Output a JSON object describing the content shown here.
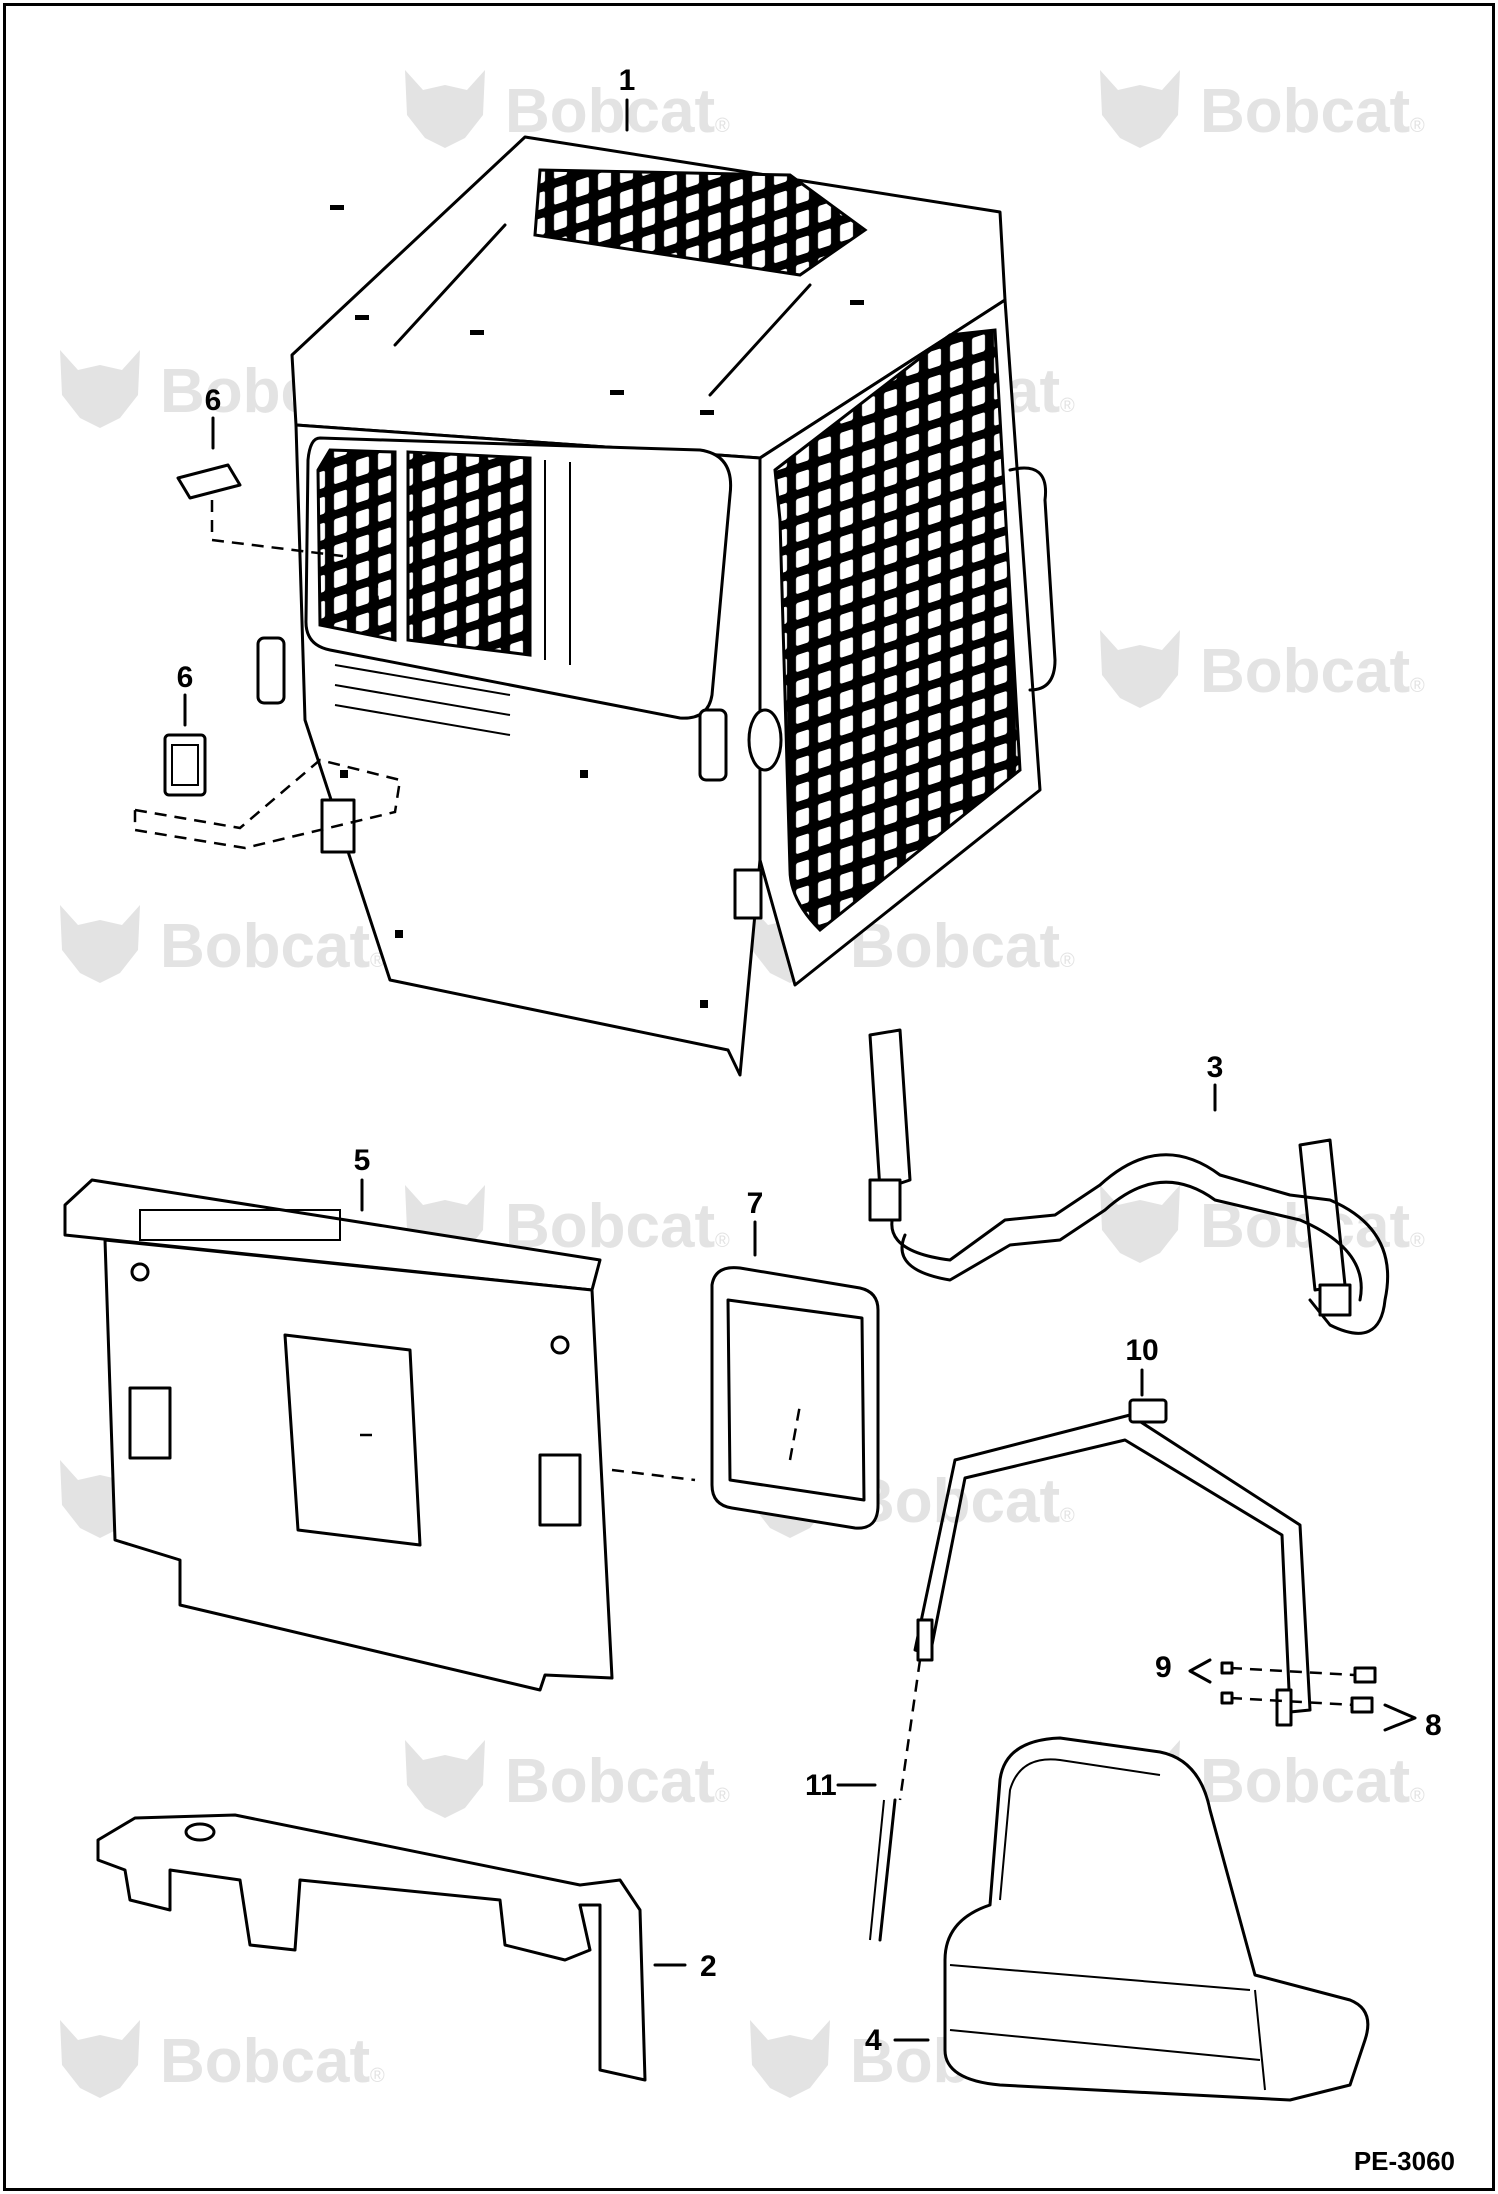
{
  "watermark": {
    "text": "Bobcat",
    "mark": "®",
    "color": "#e3e3e3",
    "icon": "bobcat-logo-icon"
  },
  "callouts": [
    "1",
    "2",
    "3",
    "4",
    "5",
    "6",
    "6",
    "7",
    "8",
    "9",
    "10",
    "11"
  ],
  "figure_ref": "PE-3060"
}
